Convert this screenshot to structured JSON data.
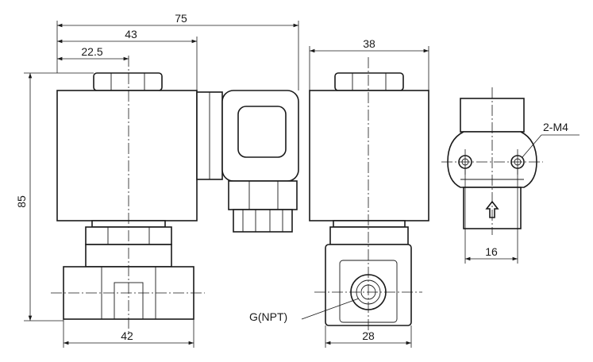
{
  "dimensions": {
    "overall_width": "75",
    "body_to_coil": "43",
    "center_offset": "22.5",
    "height": "85",
    "port_width": "42",
    "side_width": "38",
    "side_port_width": "28",
    "mount_spacing": "16"
  },
  "labels": {
    "mount_holes": "2-M4",
    "thread": "G(NPT)"
  }
}
